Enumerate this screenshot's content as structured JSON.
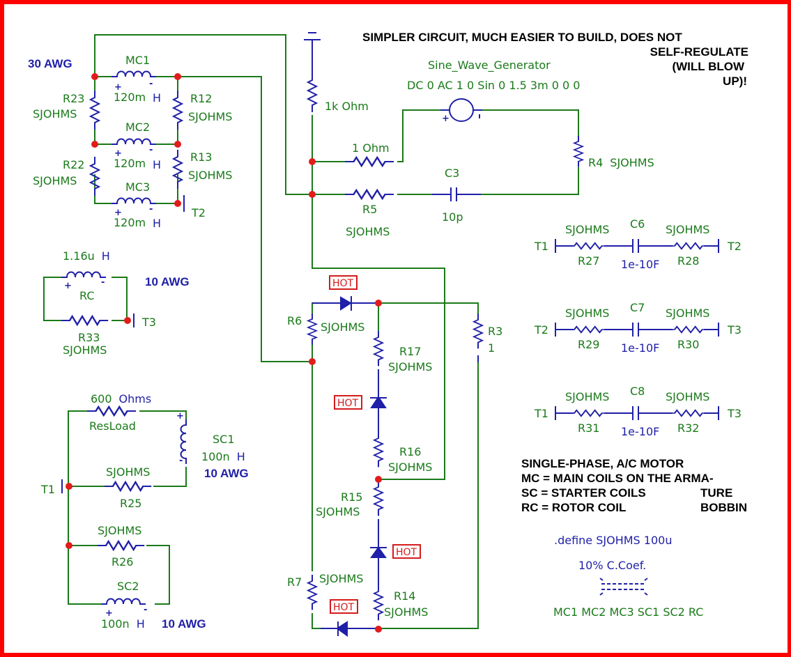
{
  "title_note": {
    "line1": "SIMPLER CIRCUIT, MUCH EASIER TO BUILD, DOES NOT",
    "line2": "SELF-REGULATE",
    "line3": "(WILL BLOW",
    "line4": "UP)!"
  },
  "legend": {
    "line1": "SINGLE-PHASE, A/C MOTOR",
    "line2": "MC = MAIN COILS ON THE ARMA-",
    "line3a": "SC = STARTER COILS",
    "line3b": "TURE",
    "line4a": "RC = ROTOR COIL",
    "line4b": "BOBBIN"
  },
  "directives": {
    "define": ".define SJOHMS 100u",
    "coupling": "10% C.Coef.",
    "coupled": "MC1 MC2 MC3 SC1 SC2 RC"
  },
  "wire_gauges": {
    "main": "30 AWG",
    "rotor": "10 AWG",
    "sc1": "10 AWG",
    "sc2": "10 AWG"
  },
  "source": {
    "name": "Sine_Wave_Generator",
    "params": "DC 0 AC 1 0 Sin 0 1.5 3m 0 0 0"
  },
  "components": {
    "mc1": {
      "name": "MC1",
      "value": "120m",
      "unit": "H"
    },
    "mc2": {
      "name": "MC2",
      "value": "120m",
      "unit": "H"
    },
    "mc3": {
      "name": "MC3",
      "value": "120m",
      "unit": "H"
    },
    "r23": {
      "name": "R23",
      "value": "SJOHMS"
    },
    "r22": {
      "name": "R22",
      "value": "SJOHMS"
    },
    "r12": {
      "name": "R12",
      "value": "SJOHMS"
    },
    "r13": {
      "name": "R13",
      "value": "SJOHMS"
    },
    "r1k": {
      "value": "1k Ohm"
    },
    "r1ohm": {
      "value": "1 Ohm"
    },
    "r4": {
      "name": "R4",
      "value": "SJOHMS"
    },
    "r5": {
      "name": "R5",
      "value": "SJOHMS"
    },
    "c3": {
      "name": "C3",
      "value": "10p"
    },
    "rc": {
      "name": "RC",
      "value": "1.16u",
      "unit": "H"
    },
    "r33": {
      "name": "R33",
      "value": "SJOHMS"
    },
    "resload": {
      "name": "ResLoad",
      "value": "600",
      "unit": "Ohms"
    },
    "sc1": {
      "name": "SC1",
      "value": "100n",
      "unit": "H"
    },
    "sc2": {
      "name": "SC2",
      "value": "100n",
      "unit": "H"
    },
    "r25": {
      "name": "R25",
      "value": "SJOHMS"
    },
    "r26": {
      "name": "R26",
      "value": "SJOHMS"
    },
    "r6": {
      "name": "R6",
      "value": "SJOHMS"
    },
    "r7": {
      "name": "R7",
      "value": "SJOHMS"
    },
    "r3": {
      "name": "R3",
      "value": "1"
    },
    "r14": {
      "name": "R14",
      "value": "SJOHMS"
    },
    "r15": {
      "name": "R15",
      "value": "SJOHMS"
    },
    "r16": {
      "name": "R16",
      "value": "SJOHMS"
    },
    "r17": {
      "name": "R17",
      "value": "SJOHMS"
    },
    "r27": {
      "name": "R27",
      "value": "SJOHMS"
    },
    "r28": {
      "name": "R28",
      "value": "SJOHMS"
    },
    "r29": {
      "name": "R29",
      "value": "SJOHMS"
    },
    "r30": {
      "name": "R30",
      "value": "SJOHMS"
    },
    "r31": {
      "name": "R31",
      "value": "SJOHMS"
    },
    "r32": {
      "name": "R32",
      "value": "SJOHMS"
    },
    "c6": {
      "name": "C6",
      "value": "1e-10F"
    },
    "c7": {
      "name": "C7",
      "value": "1e-10F"
    },
    "c8": {
      "name": "C8",
      "value": "1e-10F"
    }
  },
  "terminals": {
    "t1": "T1",
    "t2": "T2",
    "t3": "T3"
  },
  "diode_tag": "HOT",
  "polarity": {
    "plus": "+",
    "minus": "-"
  }
}
